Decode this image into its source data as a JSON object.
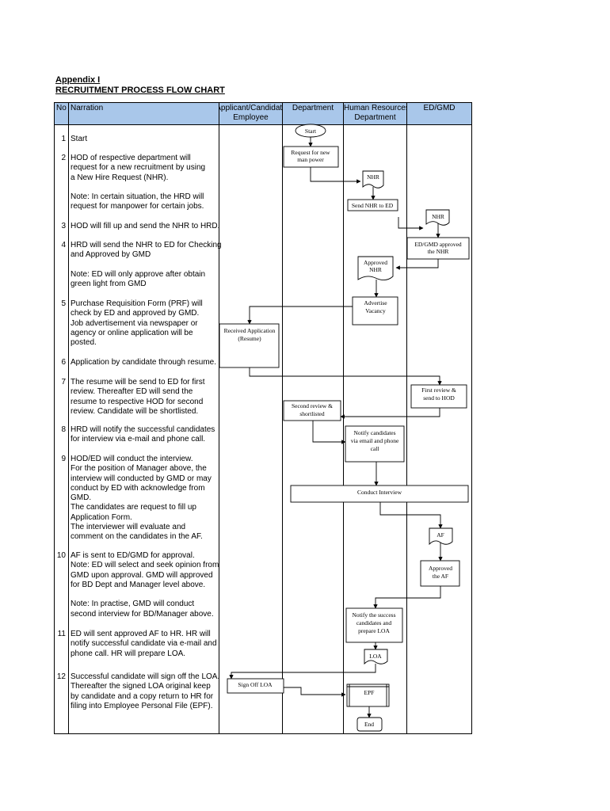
{
  "heading": {
    "appendix": "Appendix I",
    "title": "RECRUITMENT PROCESS FLOW CHART"
  },
  "columns": {
    "no": "No",
    "narration": "Narration",
    "applicant_line1": "Applicant/Candidate",
    "applicant_line2": "Employee",
    "department": "Department",
    "hr_line1": "Human Resources",
    "hr_line2": "Department",
    "edgmd": "ED/GMD"
  },
  "steps": [
    {
      "no": "1",
      "lines": [
        "Start"
      ]
    },
    {
      "no": "2",
      "lines": [
        "HOD of respective department will",
        "request for a new recruitment by using",
        "a New Hire Request (NHR).",
        "",
        "Note: In certain situation, the HRD will",
        "request for manpower for certain jobs."
      ]
    },
    {
      "no": "3",
      "lines": [
        "HOD will fill up and send the NHR to HRD."
      ]
    },
    {
      "no": "4",
      "lines": [
        "HRD will send the NHR to ED for Checking",
        "and Approved by GMD",
        "",
        "Note: ED will only approve after obtain",
        "green light from GMD"
      ]
    },
    {
      "no": "5",
      "lines": [
        "Purchase Requisition Form (PRF) will",
        "check by ED and approved by GMD.",
        "Job advertisement via newspaper or",
        "agency or online application will be",
        "posted."
      ]
    },
    {
      "no": "6",
      "lines": [
        "Application by candidate through resume."
      ]
    },
    {
      "no": "7",
      "lines": [
        "The resume will be send to ED for first",
        "review. Thereafter ED will send the",
        "resume to respective HOD for second",
        "review. Candidate will be shortlisted."
      ]
    },
    {
      "no": "8",
      "lines": [
        "HRD will notify the successful candidates",
        "for interview via e-mail and phone call."
      ]
    },
    {
      "no": "9",
      "lines": [
        "HOD/ED will conduct the interview.",
        "For the position of Manager above, the",
        "interview will conducted by GMD or may",
        "conduct by ED with acknowledge from",
        "GMD.",
        "The candidates are request to fill up",
        "Application Form.",
        "The interviewer will evaluate and",
        "comment on the candidates in the AF."
      ]
    },
    {
      "no": "10",
      "lines": [
        "AF is sent to ED/GMD for approval.",
        "Note: ED will select and seek opinion from",
        "GMD upon approval. GMD will approved",
        "for BD Dept and Manager level above.",
        "",
        "Note: In practise, GMD will conduct",
        "second interview for BD/Manager above."
      ]
    },
    {
      "no": "11",
      "lines": [
        "ED will sent approved AF to HR. HR will",
        "notify successful candidate via e-mail and",
        "phone call. HR will prepare LOA."
      ]
    },
    {
      "no": "12",
      "lines": [
        "Successful candidate will sign off the LOA.",
        "Thereafter the signed LOA original keep",
        "by candidate and a copy return to HR for",
        "filing into Employee Personal File (EPF)."
      ]
    }
  ],
  "flow": {
    "start": "Start",
    "request_1": "Request for new",
    "request_2": "man power",
    "nhr_hr": "NHR",
    "send_nhr": "Send NHR to ED",
    "nhr_ed": "NHR",
    "ed_approved_1": "ED/GMD approved",
    "ed_approved_2": "the NHR",
    "approved_nhr_1": "Approved",
    "approved_nhr_2": "NHR",
    "advertise_1": "Advertise",
    "advertise_2": "Vacancy",
    "received_1": "Received Application",
    "received_2": "(Resume)",
    "first_review_1": "First review &",
    "first_review_2": "send to HOD",
    "second_review_1": "Second review &",
    "second_review_2": "shortlisted",
    "notify_1": "Notify candidates",
    "notify_2": "via email and phone",
    "notify_3": "call",
    "conduct": "Conduct Interview",
    "af": "AF",
    "approved_af_1": "Approved",
    "approved_af_2": "the AF",
    "notify_success_1": "Notify the success",
    "notify_success_2": "candidates and",
    "notify_success_3": "prepare LOA",
    "loa": "LOA",
    "sign_off": "Sign Off LOA",
    "epf": "EPF",
    "end": "End"
  }
}
